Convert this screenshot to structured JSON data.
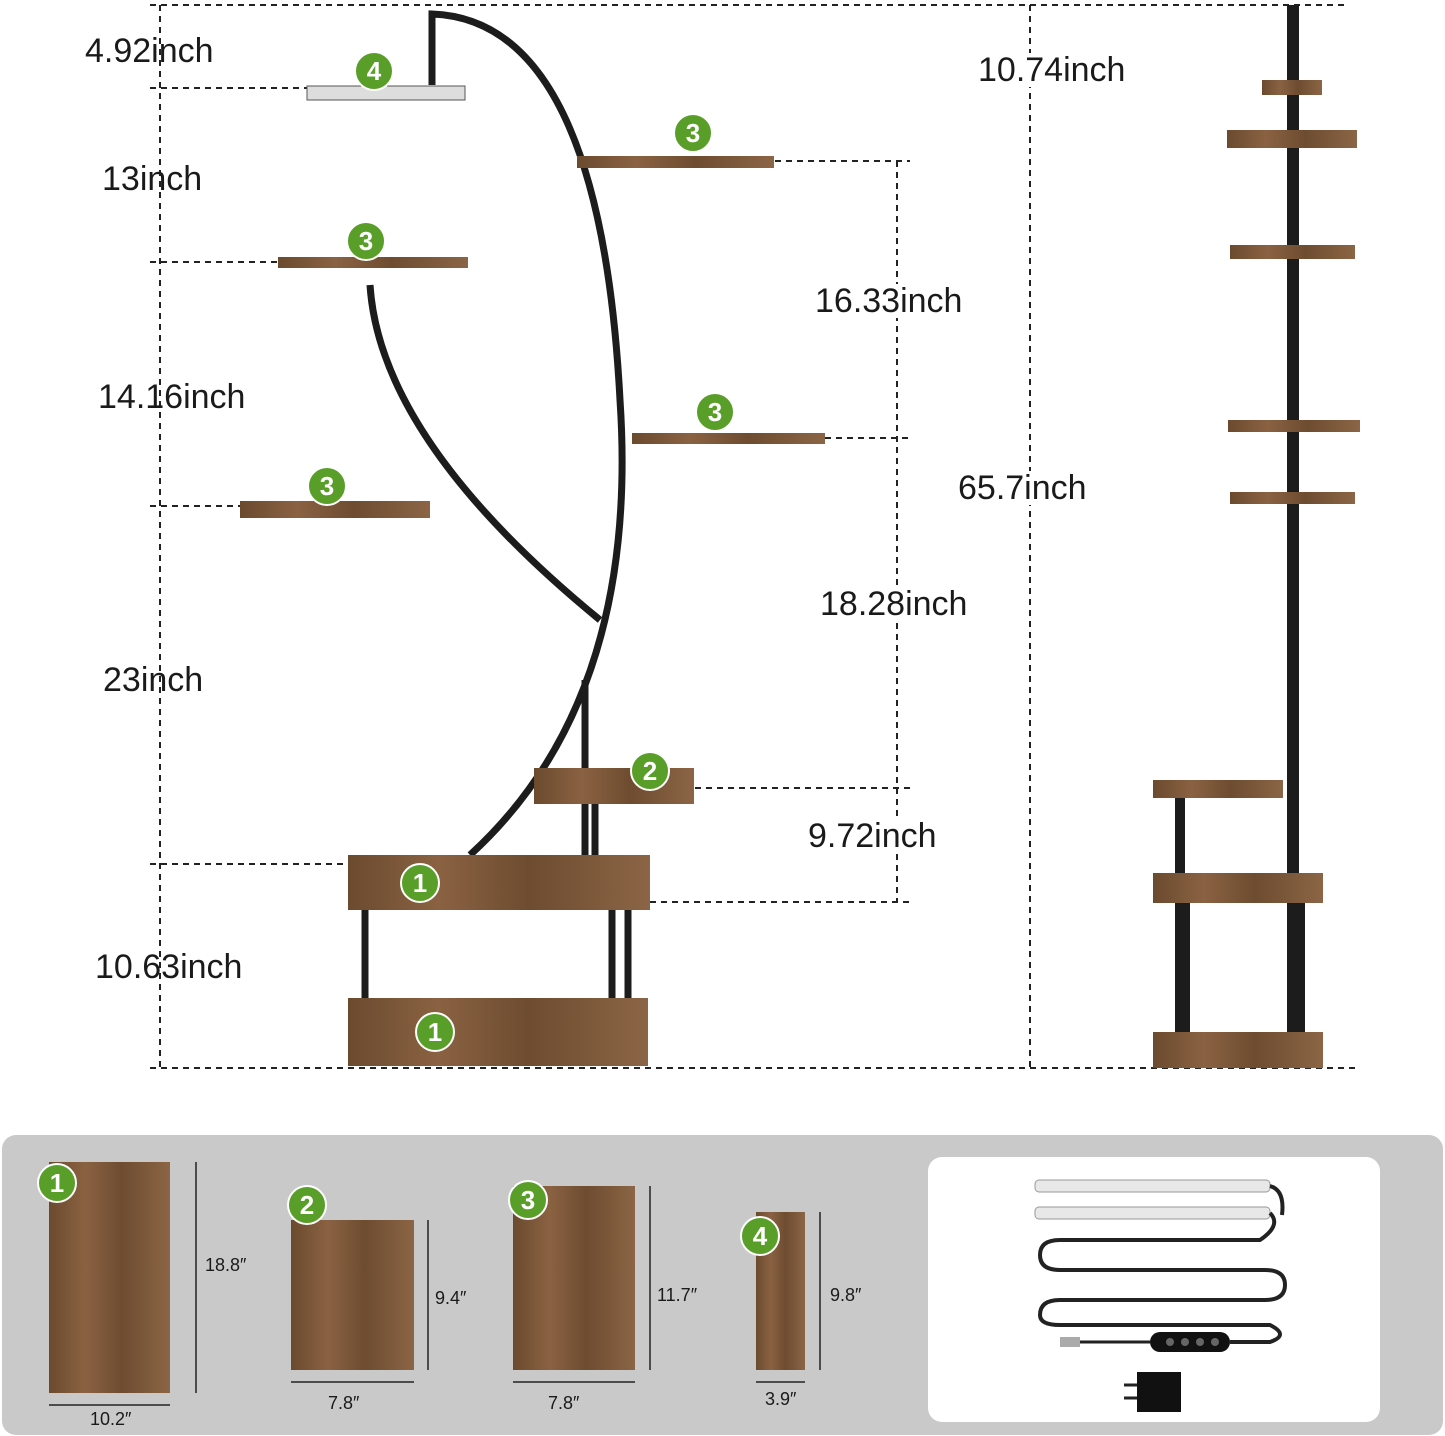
{
  "front_view": {
    "dimensions": {
      "top_left": "4.92inch",
      "shelf4_to_3": "13inch",
      "shelf3_to_3": "14.16inch",
      "shelf3_to_1": "23inch",
      "base_height": "10.63inch",
      "right_upper": "16.33inch",
      "right_middle": "18.28inch",
      "right_lower": "9.72inch"
    },
    "badges": [
      "4",
      "3",
      "3",
      "3",
      "3",
      "2",
      "1",
      "1"
    ]
  },
  "side_view": {
    "depth": "10.74inch",
    "total_height": "65.7inch"
  },
  "shelf_sizes": [
    {
      "badge": "1",
      "height": "18.8″",
      "width": "10.2″"
    },
    {
      "badge": "2",
      "height": "9.4″",
      "width": "7.8″"
    },
    {
      "badge": "3",
      "height": "11.7″",
      "width": "7.8″"
    },
    {
      "badge": "4",
      "height": "9.8″",
      "width": "3.9″"
    }
  ],
  "colors": {
    "badge": "#5a9e2a",
    "wood": "#7a5535",
    "metal": "#1c1c1c",
    "panel": "#c9c9c9"
  },
  "accessory": {
    "icon": "led-grow-light-strips-with-usb-controller-and-plug"
  }
}
